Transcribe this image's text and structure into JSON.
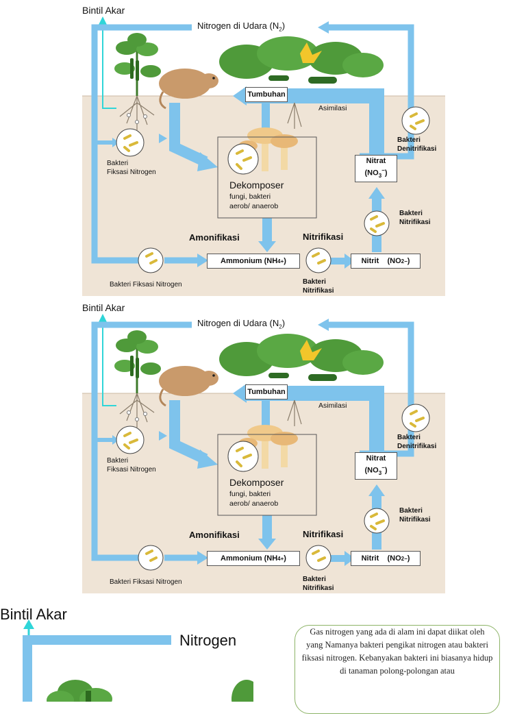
{
  "diagram": {
    "root_nodule": "Bintil Akar",
    "atmosphere_prefix": "Nitrogen",
    "atmosphere_rest": "di Udara (N",
    "atmosphere_sub": "2",
    "atmosphere_close": ")",
    "plants": "Tumbuhan",
    "assimilation": "Asimilasi",
    "fixing_bacteria_1": "Bakteri",
    "fixing_bacteria_2": "Fiksasi Nitrogen",
    "decomposer": "Dekomposer",
    "decomposer_desc_1": "fungi, bakteri",
    "decomposer_desc_2": "aerob/ anaerob",
    "denitrifying_1": "Bakteri",
    "denitrifying_2": "Denitrifikasi",
    "nitrate_1": "Nitrat",
    "nitrate_2a": "(NO",
    "nitrate_sub": "3",
    "nitrate_sup": "−",
    "nitrate_close": ")",
    "nitrifying_1": "Bakteri",
    "nitrifying_2": "Nitrifikasi",
    "ammonification": "Amonifikasi",
    "nitrification": "Nitrifikasi",
    "ammonium_a": "Ammonium (NH",
    "ammonium_sub": "4",
    "ammonium_sup": "+",
    "ammonium_close": ")",
    "nitrite_a": "Nitrit",
    "nitrite_b": "(NO",
    "nitrite_sub": "2",
    "nitrite_sup": "−",
    "nitrite_close": ")",
    "bottom_bacteria": "Bakteri Fiksasi Nitrogen",
    "nitrif_bottom_1": "Bakteri",
    "nitrif_bottom_2": "Nitrifikasi"
  },
  "crop": {
    "root_nodule": "Bintil Akar",
    "atmosphere_fragment": "Nitrogen"
  },
  "info_text": "Gas nitrogen yang ada di alam ini dapat diikat oleh yang Namanya bakteri pengikat nitrogen atau bakteri fiksasi nitrogen. Kebanyakan bakteri ini biasanya hidup di tanaman polong-polongan atau",
  "colors": {
    "soil": "#efe4d6",
    "arrow": "#7ec3ec",
    "root_arrow": "#2fd5d8",
    "leaf": "#4f9a3a",
    "mole": "#c99a6b"
  }
}
